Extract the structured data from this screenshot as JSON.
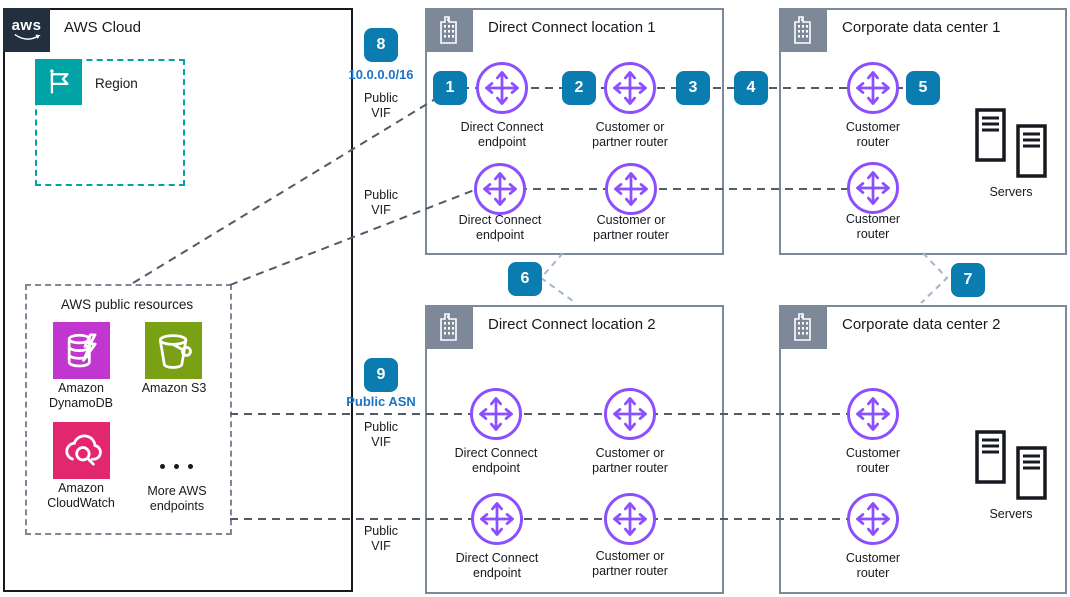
{
  "aws_cloud": {
    "title": "AWS Cloud",
    "logo_text": "aws"
  },
  "region": {
    "label": "Region"
  },
  "public_resources": {
    "title": "AWS public resources",
    "dynamodb_label": "Amazon DynamoDB",
    "s3_label": "Amazon S3",
    "cloudwatch_label": "Amazon CloudWatch",
    "more_label": "More AWS endpoints"
  },
  "boxes": {
    "dx1": "Direct Connect location 1",
    "dx2": "Direct Connect location 2",
    "dc1": "Corporate data center 1",
    "dc2": "Corporate data center 2"
  },
  "nodes": {
    "dx_endpoint": "Direct Connect endpoint",
    "customer_partner_router": "Customer or partner router",
    "customer_router": "Customer router",
    "servers": "Servers"
  },
  "badges": [
    "1",
    "2",
    "3",
    "4",
    "5",
    "6",
    "7",
    "8",
    "9"
  ],
  "annotations": {
    "cidr": "10.0.0.0/16",
    "public_asn": "Public ASN",
    "public_vif": "Public VIF"
  },
  "colors": {
    "badge_blue": "#0A7CB0",
    "router_purple": "#8C4FFF",
    "annotation_blue": "#1E73C7",
    "box_border_gray": "#7D8998",
    "line_gray": "#545B64",
    "chevron_gray": "#A4B6C9",
    "region_teal": "#00A4A6",
    "aws_dark": "#232F3E",
    "dynamodb_magenta": "#C136CE",
    "s3_green": "#7AA116",
    "cloudwatch_pink": "#E2276E"
  }
}
